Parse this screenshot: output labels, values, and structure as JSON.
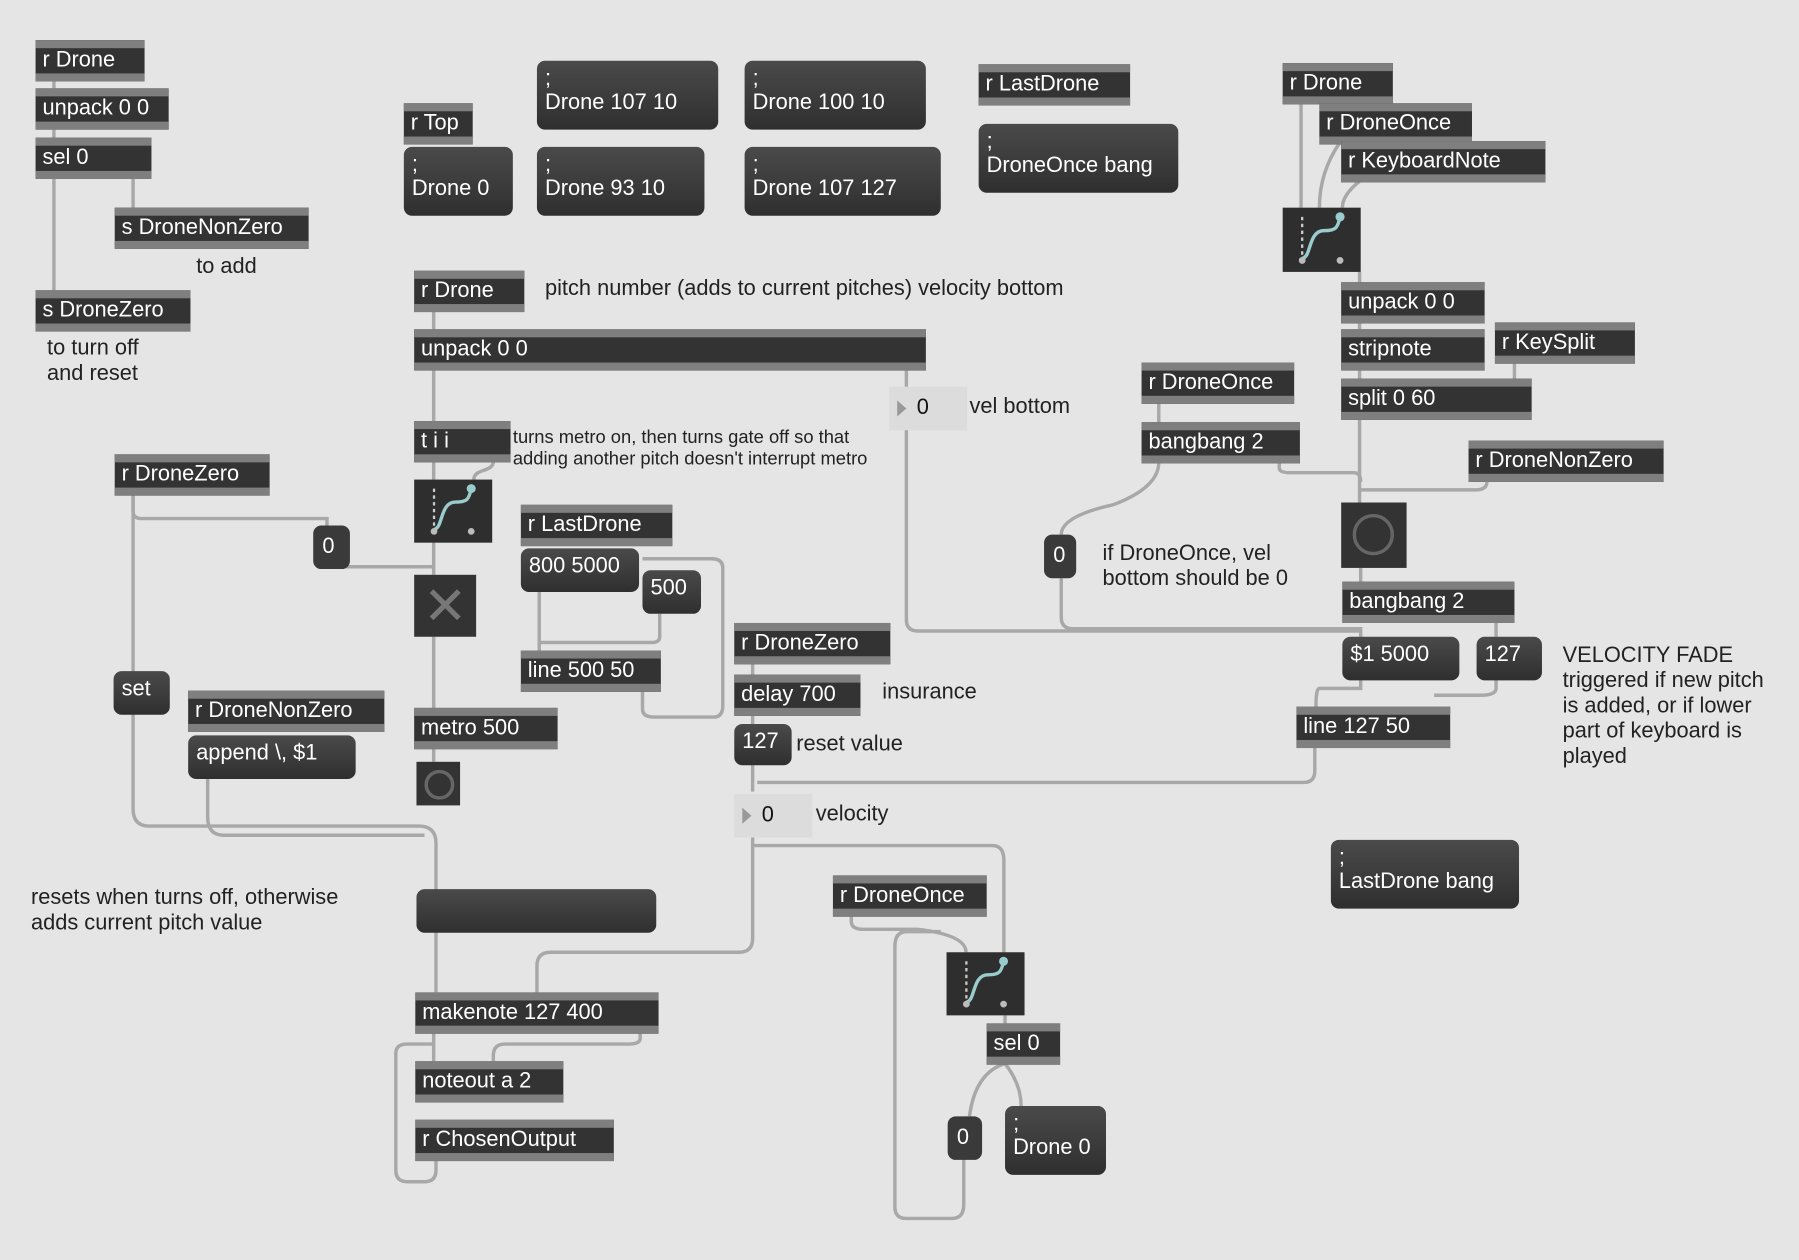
{
  "objects": [
    {
      "id": "o1",
      "kind": "obj",
      "text": "r Drone"
    },
    {
      "id": "o2",
      "kind": "obj",
      "text": "unpack 0 0"
    },
    {
      "id": "o3",
      "kind": "obj",
      "text": "sel 0"
    },
    {
      "id": "o4",
      "kind": "obj",
      "text": "s DroneNonZero"
    },
    {
      "id": "o5",
      "kind": "obj",
      "text": "s DroneZero"
    },
    {
      "id": "o6",
      "kind": "obj",
      "text": "r Top"
    },
    {
      "id": "m1",
      "kind": "msg",
      "text": ";\nDrone 0"
    },
    {
      "id": "m2",
      "kind": "msg",
      "text": ";\nDrone 107 10"
    },
    {
      "id": "m3",
      "kind": "msg",
      "text": ";\nDrone 93 10"
    },
    {
      "id": "m4",
      "kind": "msg",
      "text": ";\nDrone 100 10"
    },
    {
      "id": "m5",
      "kind": "msg",
      "text": ";\nDrone 107 127"
    },
    {
      "id": "o7",
      "kind": "obj",
      "text": "r LastDrone"
    },
    {
      "id": "m6",
      "kind": "msg",
      "text": ";\nDroneOnce bang"
    },
    {
      "id": "o8",
      "kind": "obj",
      "text": "r Drone"
    },
    {
      "id": "o9",
      "kind": "obj",
      "text": "r DroneOnce"
    },
    {
      "id": "o10",
      "kind": "obj",
      "text": "r KeyboardNote"
    },
    {
      "id": "g1",
      "kind": "gate",
      "text": ""
    },
    {
      "id": "o11",
      "kind": "obj",
      "text": "unpack 0 0"
    },
    {
      "id": "o12",
      "kind": "obj",
      "text": "stripnote"
    },
    {
      "id": "o13",
      "kind": "obj",
      "text": "r KeySplit"
    },
    {
      "id": "o14",
      "kind": "obj",
      "text": "split 0 60"
    },
    {
      "id": "o15",
      "kind": "obj",
      "text": "r DroneOnce"
    },
    {
      "id": "o16",
      "kind": "obj",
      "text": "bangbang 2"
    },
    {
      "id": "o17",
      "kind": "obj",
      "text": "r DroneNonZero"
    },
    {
      "id": "b1",
      "kind": "btn",
      "text": ""
    },
    {
      "id": "n1",
      "kind": "num",
      "text": "0"
    },
    {
      "id": "o18",
      "kind": "obj",
      "text": "bangbang 2"
    },
    {
      "id": "m7",
      "kind": "msg",
      "text": "$1 5000"
    },
    {
      "id": "m8",
      "kind": "msg",
      "text": "127"
    },
    {
      "id": "o19",
      "kind": "obj",
      "text": "line 127 50"
    },
    {
      "id": "m9",
      "kind": "msg",
      "text": ";\nLastDrone bang"
    },
    {
      "id": "o20",
      "kind": "obj",
      "text": "r Drone"
    },
    {
      "id": "o21",
      "kind": "obj",
      "text": "unpack 0 0"
    },
    {
      "id": "f1",
      "kind": "flo",
      "text": "0"
    },
    {
      "id": "o22",
      "kind": "obj",
      "text": "t i i"
    },
    {
      "id": "g2",
      "kind": "gate",
      "text": ""
    },
    {
      "id": "t1",
      "kind": "tog",
      "text": "✕"
    },
    {
      "id": "o23",
      "kind": "obj",
      "text": "r DroneZero"
    },
    {
      "id": "n2",
      "kind": "num",
      "text": "0"
    },
    {
      "id": "o24",
      "kind": "obj",
      "text": "r LastDrone"
    },
    {
      "id": "m10",
      "kind": "msg",
      "text": "800 5000"
    },
    {
      "id": "m11",
      "kind": "msg",
      "text": "500"
    },
    {
      "id": "o25",
      "kind": "obj",
      "text": "line 500 50"
    },
    {
      "id": "o26",
      "kind": "obj",
      "text": "metro 500"
    },
    {
      "id": "b2",
      "kind": "btn",
      "text": ""
    },
    {
      "id": "m12",
      "kind": "msg",
      "text": "set"
    },
    {
      "id": "o27",
      "kind": "obj",
      "text": "r DroneNonZero"
    },
    {
      "id": "m13",
      "kind": "msg",
      "text": "append \\, $1"
    },
    {
      "id": "o28",
      "kind": "obj",
      "text": "r DroneZero"
    },
    {
      "id": "o29",
      "kind": "obj",
      "text": "delay 700"
    },
    {
      "id": "m14",
      "kind": "msg",
      "text": "127"
    },
    {
      "id": "f2",
      "kind": "flo",
      "text": "0"
    },
    {
      "id": "m15",
      "kind": "msg",
      "text": ""
    },
    {
      "id": "o30",
      "kind": "obj",
      "text": "makenote 127 400"
    },
    {
      "id": "o31",
      "kind": "obj",
      "text": "noteout a 2"
    },
    {
      "id": "o32",
      "kind": "obj",
      "text": "r ChosenOutput"
    },
    {
      "id": "o33",
      "kind": "obj",
      "text": "r DroneOnce"
    },
    {
      "id": "g3",
      "kind": "gate",
      "text": ""
    },
    {
      "id": "o34",
      "kind": "obj",
      "text": "sel 0"
    },
    {
      "id": "n3",
      "kind": "num",
      "text": "0"
    },
    {
      "id": "m16",
      "kind": "msg",
      "text": ";\nDrone 0"
    }
  ],
  "comments": [
    {
      "id": "c1",
      "text": "to add"
    },
    {
      "id": "c2",
      "text": "to turn off\nand reset"
    },
    {
      "id": "c3",
      "text": "pitch number (adds to current pitches) velocity bottom"
    },
    {
      "id": "c4",
      "text": "vel bottom"
    },
    {
      "id": "c5",
      "text": "turns metro on, then turns gate off so that\nadding another pitch doesn't interrupt metro"
    },
    {
      "id": "c6",
      "text": "if DroneOnce, vel\nbottom should be 0"
    },
    {
      "id": "c7",
      "text": "VELOCITY FADE\ntriggered if new pitch\nis added, or if lower\npart of keyboard is\nplayed"
    },
    {
      "id": "c8",
      "text": "insurance"
    },
    {
      "id": "c9",
      "text": "reset value"
    },
    {
      "id": "c10",
      "text": "velocity"
    },
    {
      "id": "c11",
      "text": "resets when turns off, otherwise\nadds current pitch value"
    }
  ]
}
